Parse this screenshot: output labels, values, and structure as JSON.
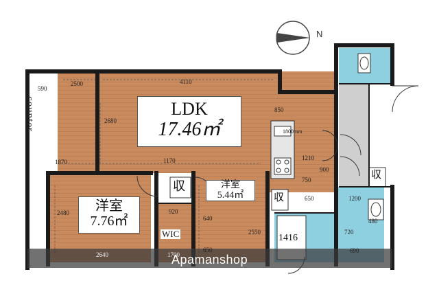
{
  "compass": {
    "label": "N"
  },
  "rooms": {
    "ldk": {
      "name": "LDK",
      "area": "17.46㎡"
    },
    "western1": {
      "name": "洋室",
      "area": "7.76㎡"
    },
    "western2": {
      "name": "洋室",
      "area": "5.44㎡"
    },
    "wic": "WIC",
    "storage": "収",
    "counter": "counter",
    "bath": "1416"
  },
  "dimensions": {
    "d590": "590",
    "d2500": "2500",
    "d4110": "4110",
    "d850": "850",
    "d2680": "2680",
    "d1800": "1800mm",
    "d1870": "1870",
    "d1170": "1170",
    "d1210": "1210",
    "d900": "900",
    "d750": "750",
    "d650a": "650",
    "d2480": "2480",
    "d920": "920",
    "d640": "640",
    "d2550": "2550",
    "d1200": "1200",
    "d480": "480",
    "d720": "720",
    "d2640": "2640",
    "d1700": "1700",
    "d650b": "650",
    "d690": "690"
  },
  "watermark": "Apamanshop",
  "colors": {
    "floor": "#c98a5e",
    "wet": "#8fd0e0",
    "hall": "#cfcfcf",
    "wall": "#1a1a1a"
  }
}
